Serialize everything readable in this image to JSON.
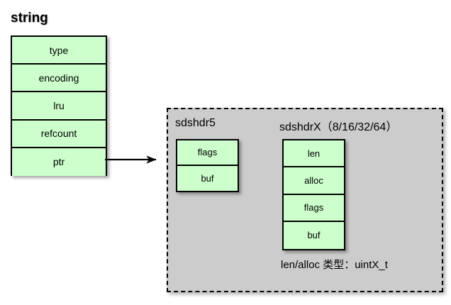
{
  "diagram": {
    "title": "string",
    "object_struct": {
      "name": "string",
      "fields": [
        {
          "label": "type"
        },
        {
          "label": "encoding"
        },
        {
          "label": "lru"
        },
        {
          "label": "refcount"
        },
        {
          "label": "ptr"
        }
      ]
    },
    "sds_container": {
      "sdshdr5": {
        "label": "sdshdr5",
        "fields": [
          {
            "label": "flags"
          },
          {
            "label": "buf"
          }
        ]
      },
      "sdshdrx": {
        "label": "sdshdrX（8/16/32/64）",
        "fields": [
          {
            "label": "len"
          },
          {
            "label": "alloc"
          },
          {
            "label": "flags"
          },
          {
            "label": "buf"
          }
        ]
      },
      "note": "len/alloc 类型：uintX_t"
    },
    "connector": {
      "name": "ptr-to-sds-arrow"
    },
    "colors": {
      "struct_fill": "#ccffcc",
      "struct_border": "#000000",
      "container_fill": "#cccccc",
      "container_border": "#000000",
      "background": "#ffffff",
      "text": "#000000"
    }
  }
}
